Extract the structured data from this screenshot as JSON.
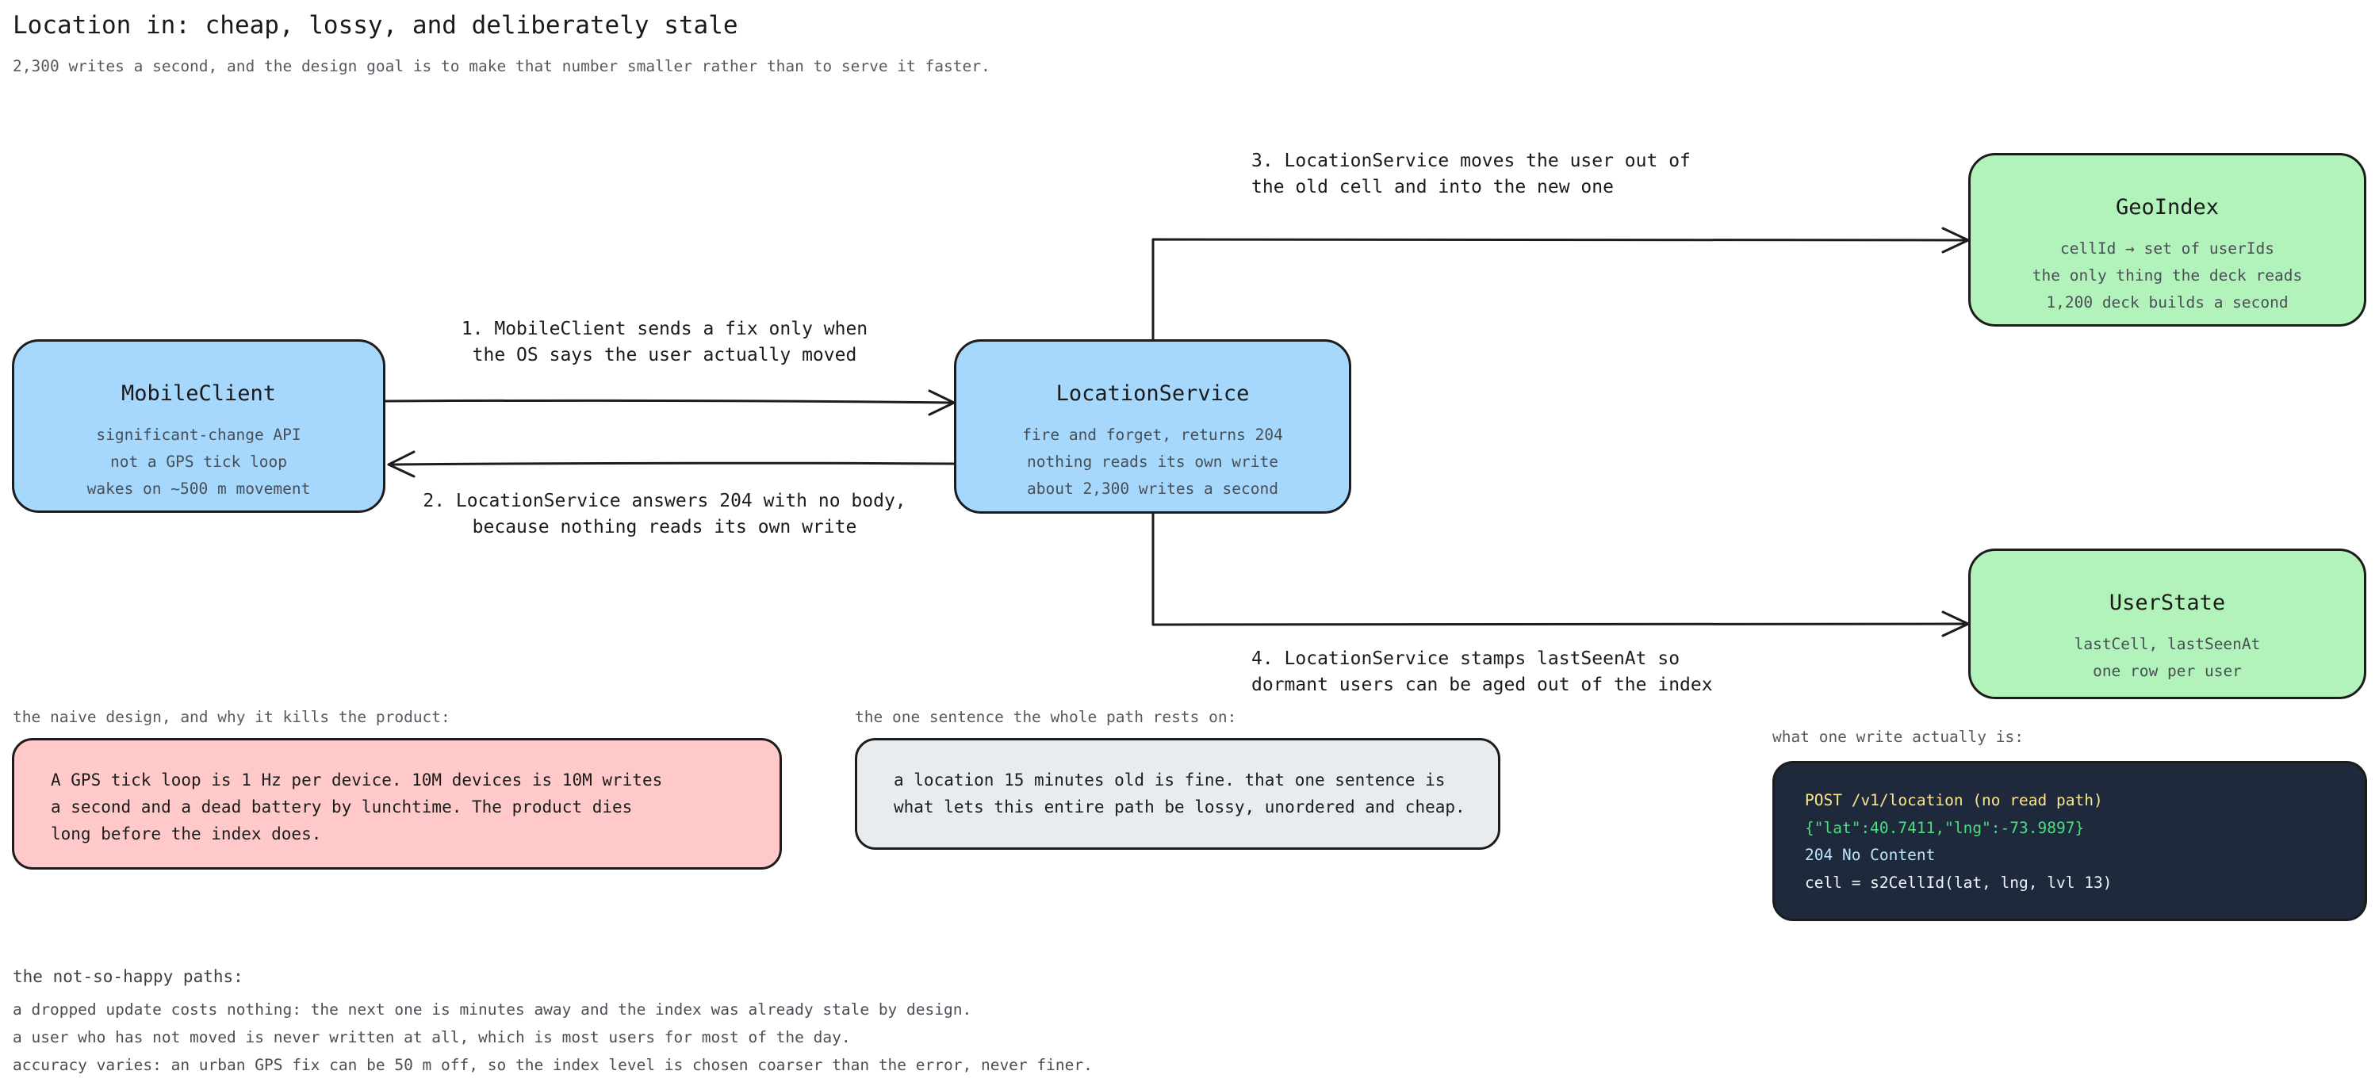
{
  "title": "Location in: cheap, lossy, and deliberately stale",
  "subtitle": "2,300 writes a second, and the design goal is to make that number smaller rather than to serve it faster.",
  "nodes": {
    "mobile_client": {
      "name": "MobileClient",
      "lines": [
        "significant-change API",
        "not a GPS tick loop",
        "wakes on ~500 m movement"
      ]
    },
    "location_service": {
      "name": "LocationService",
      "lines": [
        "fire and forget, returns 204",
        "nothing reads its own write",
        "about 2,300 writes a second"
      ]
    },
    "geo_index": {
      "name": "GeoIndex",
      "lines": [
        "cellId → set of userIds",
        "the only thing the deck reads",
        "1,200 deck builds a second"
      ]
    },
    "user_state": {
      "name": "UserState",
      "lines": [
        "lastCell, lastSeenAt",
        "one row per user"
      ]
    }
  },
  "edges": {
    "step1": [
      "1. MobileClient sends a fix only when",
      "the OS says the user actually moved"
    ],
    "step2": [
      "2. LocationService answers 204 with no body,",
      "because nothing reads its own write"
    ],
    "step3": [
      "3. LocationService moves the user out of",
      "the old cell and into the new one"
    ],
    "step4": [
      "4. LocationService stamps lastSeenAt so",
      "dormant users can be aged out of the index"
    ]
  },
  "naive": {
    "caption": "the naive design, and why it kills the product:",
    "lines": [
      "A GPS tick loop is 1 Hz per device. 10M devices is 10M writes",
      "a second and a dead battery by lunchtime. The product dies",
      "long before the index does."
    ]
  },
  "sentence": {
    "caption": "the one sentence the whole path rests on:",
    "lines": [
      "a location 15 minutes old is fine. that one sentence is",
      "what lets this entire path be lossy, unordered and cheap."
    ]
  },
  "write": {
    "caption": "what one write actually is:",
    "lines": [
      {
        "text": "POST /v1/location   (no read path)",
        "color": "#fde68a"
      },
      {
        "text": "{\"lat\":40.7411,\"lng\":-73.9897}",
        "color": "#4ade80"
      },
      {
        "text": "204 No Content",
        "color": "#bae6fd"
      },
      {
        "text": "cell = s2CellId(lat, lng, lvl 13)",
        "color": "#f1f5f9"
      }
    ]
  },
  "unhappy": {
    "caption": "the not-so-happy paths:",
    "items": [
      "a dropped update costs nothing: the next one is minutes away and the index was already stale by design.",
      "a user who has not moved is never written at all, which is most users for most of the day.",
      "accuracy varies: an urban GPS fix can be 50 m off, so the index level is chosen coarser than the error, never finer."
    ]
  },
  "colors": {
    "client_service": "#a5d8fc",
    "stores": "#b2f3bb",
    "naive_note": "#ffc9c9",
    "sentence_note": "#e9ecee",
    "code_bg": "#1e293b"
  }
}
